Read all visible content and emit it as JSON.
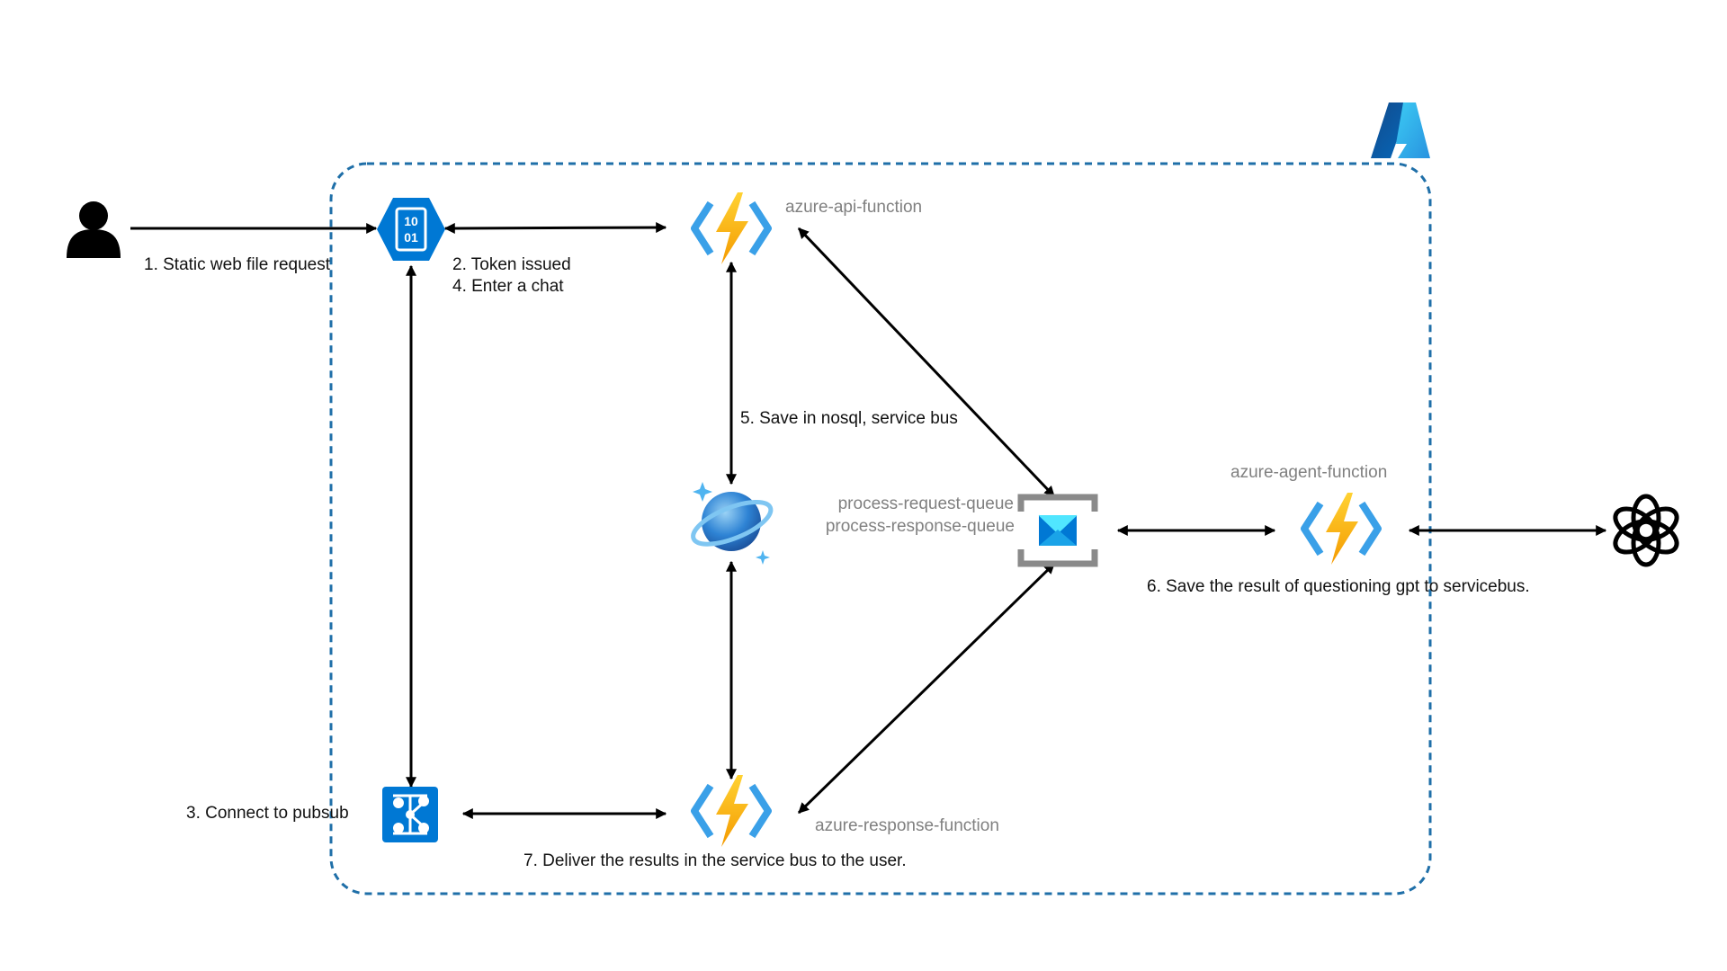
{
  "nodes": {
    "api_function": "azure-api-function",
    "response_function": "azure-response-function",
    "agent_function": "azure-agent-function",
    "queue_request": "process-request-queue",
    "queue_response": "process-response-queue",
    "storage_glyph_top": "10",
    "storage_glyph_bottom": "01"
  },
  "steps": {
    "s1": "1. Static web file request",
    "s2": "2. Token issued",
    "s4": "4. Enter a chat",
    "s3": "3. Connect to pubsub",
    "s5": "5. Save in nosql, service bus",
    "s6": "6. Save the result of questioning gpt to servicebus.",
    "s7": "7. Deliver the results in the service bus to the user."
  },
  "icons": {
    "user": "user-icon",
    "storage": "azure-storage-icon",
    "api_function": "azure-function-icon",
    "cosmos": "cosmos-db-icon",
    "service_bus": "service-bus-icon",
    "pubsub": "web-pubsub-icon",
    "response_function": "azure-function-icon",
    "agent_function": "azure-function-icon",
    "openai": "openai-icon",
    "azure": "azure-logo-icon"
  },
  "colors": {
    "azure_blue": "#0078d4",
    "boundary": "#1f6fa8",
    "function_bolt": "#f7b500",
    "function_bracket": "#3aa0e8",
    "label_gray": "#808080"
  }
}
